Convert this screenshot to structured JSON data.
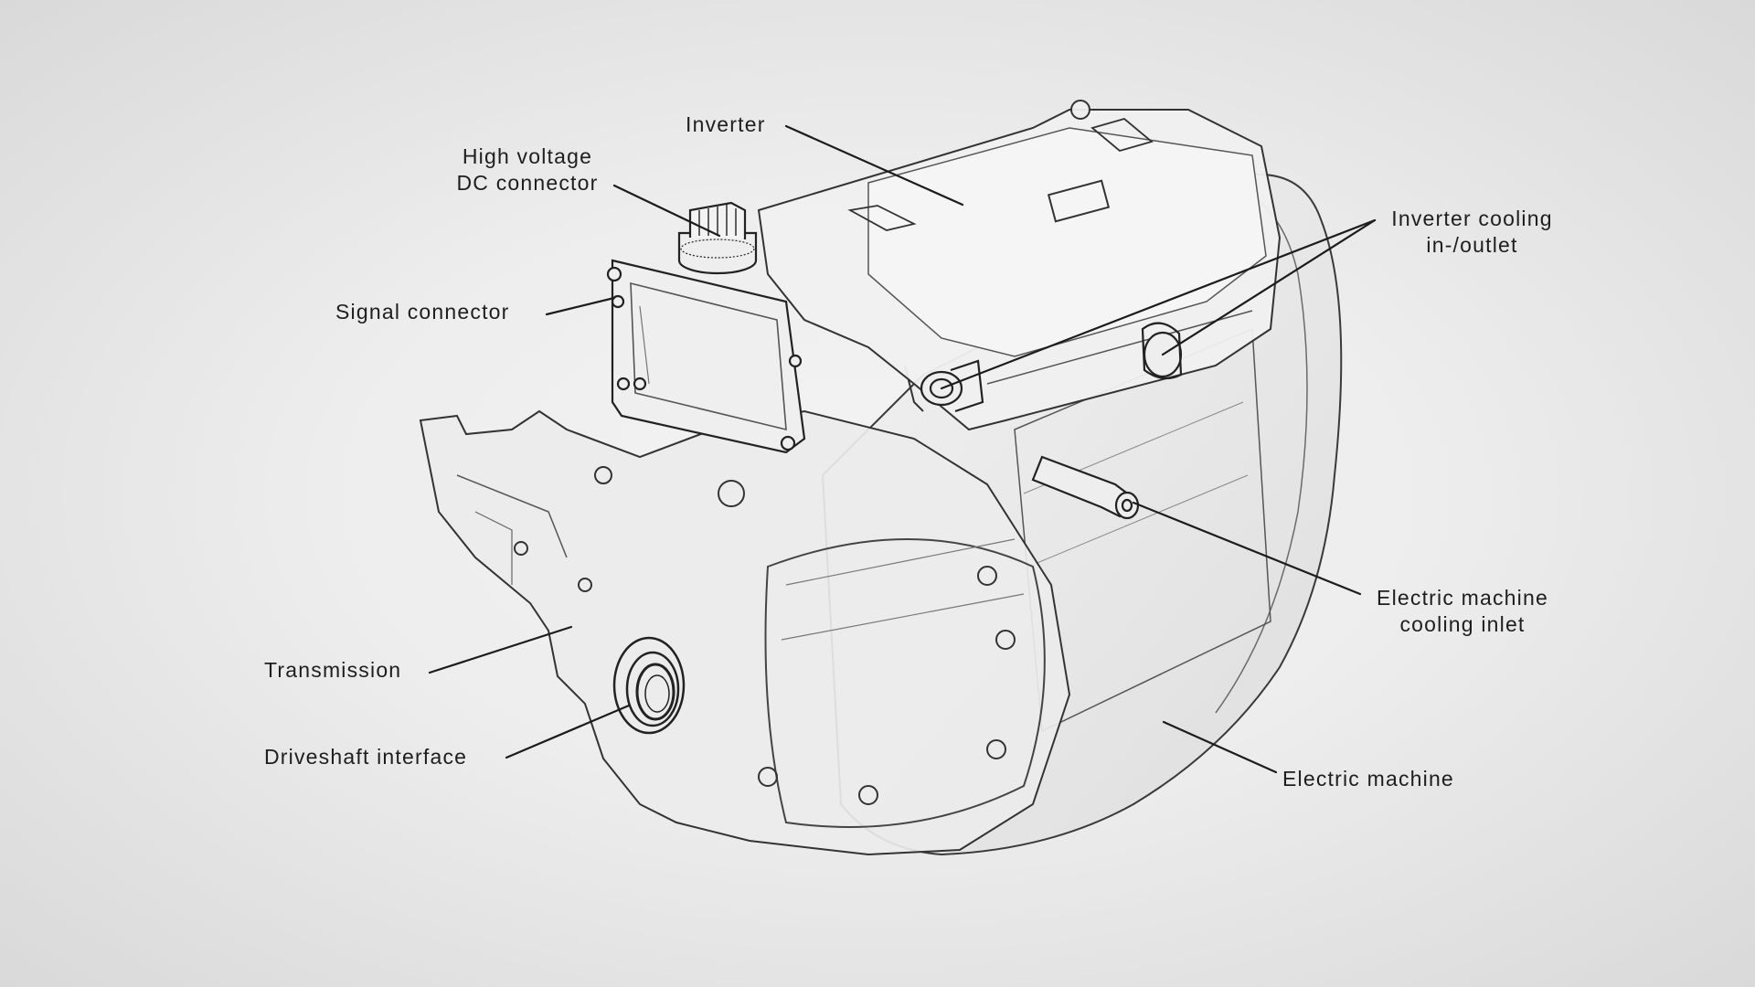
{
  "diagram": {
    "subject": "Electric drive unit (line-art illustration)",
    "background_color": "#ebebeb",
    "line_color": "#2a2a2a",
    "labels": [
      {
        "id": "inverter",
        "lines": [
          "Inverter"
        ]
      },
      {
        "id": "hv-dc-connector",
        "lines": [
          "High voltage",
          "DC connector"
        ]
      },
      {
        "id": "signal-connector",
        "lines": [
          "Signal connector"
        ]
      },
      {
        "id": "inverter-cooling",
        "lines": [
          "Inverter cooling",
          "in-/outlet"
        ]
      },
      {
        "id": "em-cooling-inlet",
        "lines": [
          "Electric machine",
          "cooling inlet"
        ]
      },
      {
        "id": "transmission",
        "lines": [
          "Transmission"
        ]
      },
      {
        "id": "driveshaft-interface",
        "lines": [
          "Driveshaft interface"
        ]
      },
      {
        "id": "electric-machine",
        "lines": [
          "Electric machine"
        ]
      }
    ]
  }
}
